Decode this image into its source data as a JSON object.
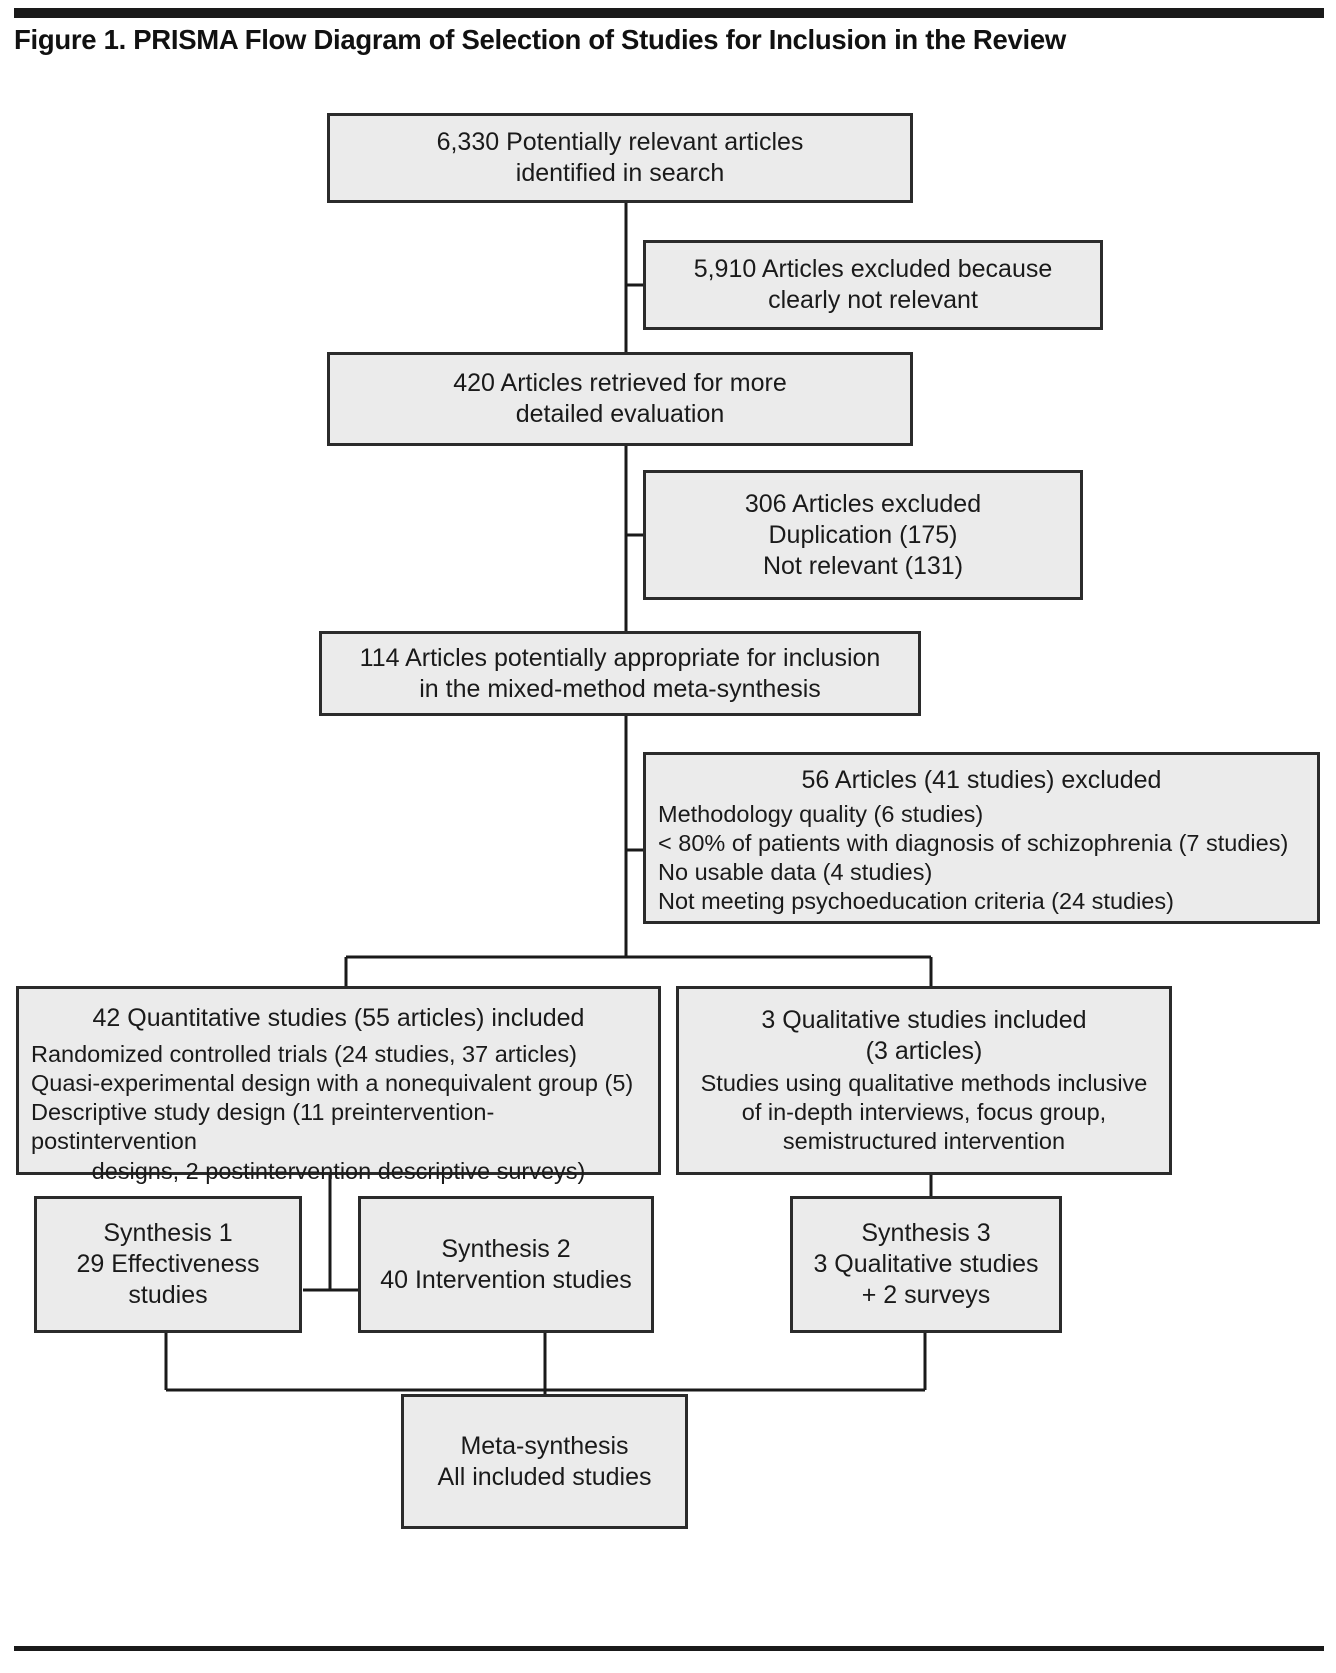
{
  "figure": {
    "title": "Figure 1. PRISMA Flow Diagram of Selection of Studies for Inclusion in the Review"
  },
  "chart_data": {
    "type": "diagram",
    "title": "Figure 1. PRISMA Flow Diagram of Selection of Studies for Inclusion in the Review",
    "nodes": [
      {
        "id": "identified",
        "lines": [
          "6,330 Potentially relevant articles",
          "identified in search"
        ]
      },
      {
        "id": "excluded-1",
        "lines": [
          "5,910 Articles excluded because",
          "clearly not relevant"
        ]
      },
      {
        "id": "retrieved",
        "lines": [
          "420 Articles retrieved for more",
          "detailed evaluation"
        ]
      },
      {
        "id": "excluded-2",
        "lines": [
          "306 Articles excluded",
          "Duplication (175)",
          "Not relevant (131)"
        ]
      },
      {
        "id": "appropriate",
        "lines": [
          "114 Articles potentially appropriate for inclusion",
          "in the mixed-method meta-synthesis"
        ]
      },
      {
        "id": "excluded-3",
        "heading": "56 Articles (41 studies) excluded",
        "items": [
          "Methodology quality (6 studies)",
          "< 80% of patients with diagnosis of schizophrenia (7 studies)",
          "No usable data (4 studies)",
          "Not meeting psychoeducation criteria (24 studies)"
        ]
      },
      {
        "id": "quantitative",
        "heading": "42 Quantitative studies (55 articles) included",
        "items": [
          "Randomized controlled trials (24 studies, 37 articles)",
          "Quasi-experimental design with a nonequivalent group (5)",
          "Descriptive study design (11 preintervention-postintervention",
          "designs, 2 postintervention descriptive surveys)"
        ]
      },
      {
        "id": "qualitative",
        "lines": [
          "3 Qualitative studies included",
          "(3 articles)",
          "Studies using qualitative methods inclusive",
          "of in-depth interviews, focus group,",
          "semistructured intervention"
        ]
      },
      {
        "id": "synthesis-1",
        "lines": [
          "Synthesis 1",
          "29 Effectiveness",
          "studies"
        ]
      },
      {
        "id": "synthesis-2",
        "lines": [
          "Synthesis 2",
          "40 Intervention studies"
        ]
      },
      {
        "id": "synthesis-3",
        "lines": [
          "Synthesis 3",
          "3 Qualitative studies",
          "+ 2 surveys"
        ]
      },
      {
        "id": "meta",
        "lines": [
          "Meta-synthesis",
          "All included studies"
        ]
      }
    ],
    "counts": {
      "potentially_relevant": 6330,
      "excluded_not_relevant": 5910,
      "retrieved_detailed": 420,
      "excluded_second_stage": 306,
      "excluded_duplication": 175,
      "excluded_not_relevant_2": 131,
      "potentially_appropriate": 114,
      "excluded_articles_final": 56,
      "excluded_studies_final": 41,
      "excluded_methodology_quality": 6,
      "excluded_under_80_percent": 7,
      "excluded_no_usable_data": 4,
      "excluded_not_meeting_criteria": 24,
      "quantitative_studies": 42,
      "quantitative_articles": 55,
      "rct_studies": 24,
      "rct_articles": 37,
      "quasi_experimental": 5,
      "descriptive_pre_post": 11,
      "descriptive_surveys": 2,
      "qualitative_studies": 3,
      "qualitative_articles": 3,
      "synthesis1_effectiveness": 29,
      "synthesis2_intervention": 40,
      "synthesis3_qualitative": 3,
      "synthesis3_surveys": 2
    }
  },
  "boxes": {
    "identified": {
      "line1": "6,330 Potentially relevant articles",
      "line2": "identified in search"
    },
    "excluded1": {
      "line1": "5,910 Articles excluded because",
      "line2": "clearly not relevant"
    },
    "retrieved": {
      "line1": "420 Articles retrieved for more",
      "line2": "detailed evaluation"
    },
    "excluded2": {
      "line1": "306 Articles excluded",
      "line2": "Duplication (175)",
      "line3": "Not relevant (131)"
    },
    "appropriate": {
      "line1": "114 Articles potentially appropriate for inclusion",
      "line2": "in the mixed-method meta-synthesis"
    },
    "excluded3": {
      "heading": "56 Articles (41 studies) excluded",
      "item1": "Methodology quality (6 studies)",
      "item2": "< 80% of patients with diagnosis of schizophrenia (7 studies)",
      "item3": "No usable data (4 studies)",
      "item4": "Not meeting psychoeducation criteria (24 studies)"
    },
    "quantitative": {
      "heading": "42 Quantitative studies (55 articles) included",
      "item1": "Randomized controlled trials (24 studies, 37 articles)",
      "item2": "Quasi-experimental design with a nonequivalent group (5)",
      "item3": "Descriptive study design (11 preintervention-postintervention",
      "item4": "designs, 2 postintervention descriptive surveys)"
    },
    "qualitative": {
      "line1": "3 Qualitative studies included",
      "line2": "(3 articles)",
      "line3": "Studies using qualitative methods inclusive",
      "line4": "of in-depth interviews, focus group,",
      "line5": "semistructured intervention"
    },
    "synthesis1": {
      "line1": "Synthesis 1",
      "line2": "29 Effectiveness",
      "line3": "studies"
    },
    "synthesis2": {
      "line1": "Synthesis 2",
      "line2": "40 Intervention studies"
    },
    "synthesis3": {
      "line1": "Synthesis 3",
      "line2": "3 Qualitative studies",
      "line3": "+ 2 surveys"
    },
    "meta": {
      "line1": "Meta-synthesis",
      "line2": "All included studies"
    }
  }
}
